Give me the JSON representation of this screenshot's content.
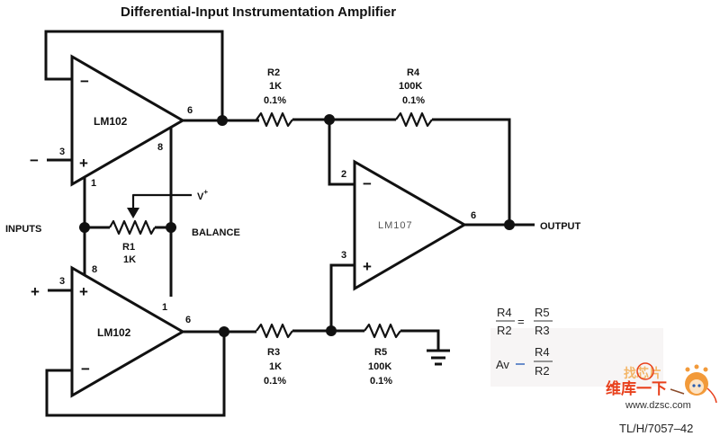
{
  "title": "Differential-Input Instrumentation Amplifier",
  "amplifiers": [
    {
      "id": "u1",
      "part": "LM102",
      "pins": {
        "out": "6",
        "in_plus": "3",
        "pin8": "8",
        "pin1": "1"
      },
      "inverting_sign": "−",
      "noninverting_sign": "+"
    },
    {
      "id": "u2",
      "part": "LM102",
      "pins": {
        "out": "6",
        "in_plus": "3",
        "pin8": "8",
        "pin1": "1"
      },
      "inverting_sign": "−",
      "noninverting_sign": "+"
    },
    {
      "id": "u3",
      "part": "LM107",
      "pins": {
        "out": "6",
        "in_minus": "2",
        "in_plus": "3"
      },
      "inverting_sign": "−",
      "noninverting_sign": "+"
    }
  ],
  "resistors": [
    {
      "id": "R1",
      "value": "1K",
      "tolerance": ""
    },
    {
      "id": "R2",
      "value": "1K",
      "tolerance": "0.1%"
    },
    {
      "id": "R3",
      "value": "1K",
      "tolerance": "0.1%"
    },
    {
      "id": "R4",
      "value": "100K",
      "tolerance": "0.1%"
    },
    {
      "id": "R5",
      "value": "100K",
      "tolerance": "0.1%"
    }
  ],
  "labels": {
    "inputs": "INPUTS",
    "balance": "BALANCE",
    "output": "OUTPUT",
    "vplus": "V",
    "vplus_sup": "+",
    "input_minus": "−",
    "input_plus": "+"
  },
  "equations": {
    "eq1": {
      "lhs_num": "R4",
      "lhs_den": "R2",
      "op": "=",
      "rhs_num": "R5",
      "rhs_den": "R3"
    },
    "eq2": {
      "lhs": "Av",
      "op": "=",
      "rhs_num": "R4",
      "rhs_den": "R2"
    }
  },
  "reference": "TL/H/7057–42",
  "watermark": {
    "top": "找芯片",
    "cn": "维库一下",
    "url": "www.dzsc.com",
    "color_primary": "#e8401c",
    "color_secondary": "#f2a23a"
  }
}
